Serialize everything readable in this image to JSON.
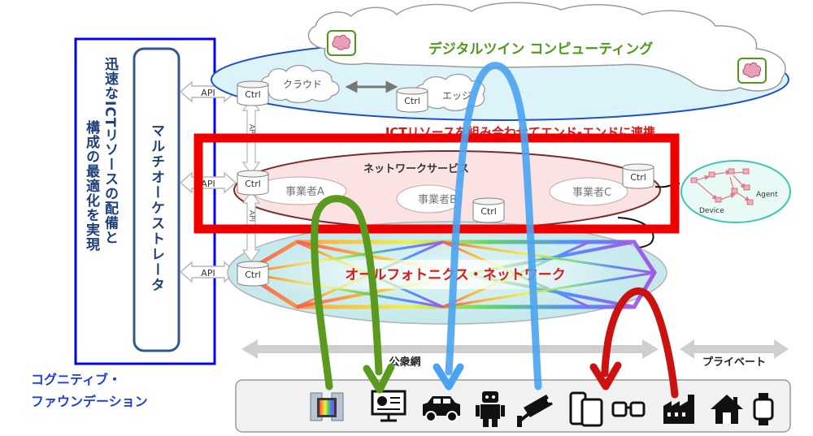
{
  "left_panel": {
    "outer_text_lines": [
      "迅速なICTリソースの配備と",
      "構成の最適化を実現"
    ],
    "inner_text": "マルチオーケストレータ",
    "footer_lines": [
      "コグニティブ・",
      "ファウンデーション"
    ]
  },
  "api_labels": [
    "API",
    "API",
    "API"
  ],
  "vertical_api_labels": [
    "API",
    "API"
  ],
  "cloud": {
    "title": "デジタルツイン コンピューティング",
    "cloud_label": "クラウド",
    "edge_label": "エッジ",
    "brain_icon": "brain-icon"
  },
  "ctrl_label": "Ctrl",
  "banner_text": "ICTリソースを組み合わせてエンド-エンドに連携",
  "network_service": {
    "title": "ネットワークサービス",
    "operators": [
      "事業者A",
      "事業者B",
      "事業者C"
    ]
  },
  "iot": {
    "device_label": "Device",
    "agent_label": "Agent"
  },
  "photonics": {
    "title": "オールフォトニクス・ネットワーク"
  },
  "scope": {
    "public_label": "公衆網",
    "private_label": "プライベート"
  },
  "devices": [
    "server-chip-icon",
    "presentation-icon",
    "car-icon",
    "robot-icon",
    "security-camera-icon",
    "tablet-phone-icon",
    "glasses-icon",
    "factory-icon",
    "house-icon",
    "smartwatch-icon"
  ],
  "colors": {
    "blue_frame": "#0000ee",
    "highlight_red": "#ee0000",
    "arrow_green": "#5a9a1e",
    "arrow_blue": "#4aa3f0",
    "arrow_red": "#cc1111",
    "title_green": "#4c9a18",
    "banner_red": "#d61a1a",
    "footer_blue": "#1f3fd8"
  }
}
